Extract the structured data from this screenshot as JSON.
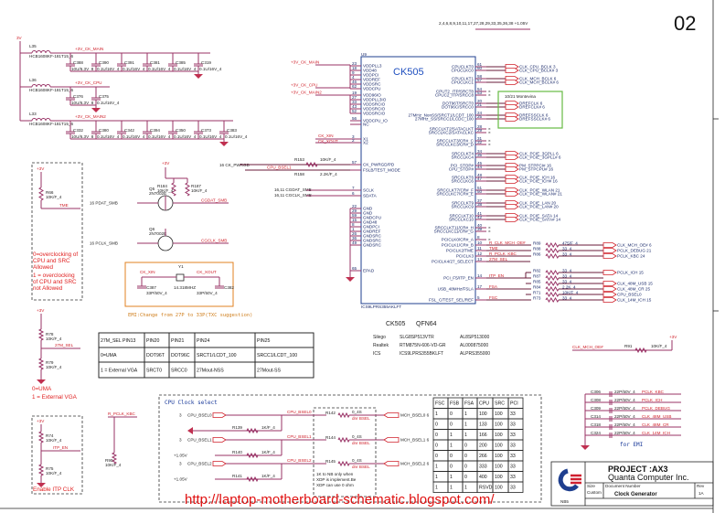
{
  "page_number": "02",
  "top_net_label": "2,4,6,8,9,10,11,17,27,28,29,33,35,36,38 +1.05V",
  "colors": {
    "wire": "#993366",
    "net_label": "#d0202a",
    "ic_outline": "#1f3f8f",
    "crystal_box": "#e08020",
    "montevina_box": "#66bb44"
  },
  "power": {
    "rail": "3V",
    "rows": [
      {
        "inductor": "L35",
        "part": "HCB1608KF-181T15_6",
        "net": "+3V_CK_MAIN",
        "caps": [
          [
            "C388",
            "10U/6.3V_8"
          ],
          [
            "C390",
            "0.1U/16V_4"
          ],
          [
            "C391",
            "0.1U/16V_4"
          ],
          [
            "C381",
            "0.1U/16V_4"
          ],
          [
            "C385",
            "0.1U/16V_4"
          ],
          [
            "C319",
            "0.1U/16V_4"
          ]
        ]
      },
      {
        "inductor": "L36",
        "part": "HCB1608KF-181T15_6",
        "net": "+3V_CK_CPU",
        "caps": [
          [
            "C376",
            "10U/6.3V_8"
          ],
          [
            "C375",
            "0.1U/16V_4"
          ]
        ]
      },
      {
        "inductor": "L33",
        "part": "HCB1608KF-181T15_6",
        "net": "+3V_CK_MAIN2",
        "caps": [
          [
            "C332",
            "10U/6.3V_8"
          ],
          [
            "C380",
            "0.1U/16V_4"
          ],
          [
            "C342",
            "0.1U/16V_4"
          ],
          [
            "C394",
            "0.1U/16V_4"
          ],
          [
            "C350",
            "0.1U/16V_4"
          ],
          [
            "C373",
            "0.1U/16V_4"
          ],
          [
            "C383",
            "0.1U/16V_4"
          ]
        ]
      }
    ]
  },
  "ic": {
    "ref": "U9",
    "name": "CK505",
    "part_label": "ICS9LPRS355AKLFT",
    "left_nets": [
      "+3V_CK_MAIN",
      "+3V_CK_CPU",
      "+3V_CK_MAIN2"
    ],
    "left_pins": [
      {
        "num": "23",
        "name": "VDDPLL3"
      },
      {
        "num": "18",
        "name": "VDD48"
      },
      {
        "num": "9",
        "name": "VDDPCI"
      },
      {
        "num": "4",
        "name": "VDDREF"
      },
      {
        "num": "46",
        "name": "VDDSRC"
      },
      {
        "num": "62",
        "name": "VDDCPU"
      },
      {
        "num": "19",
        "name": "VDD96IO"
      },
      {
        "num": "27",
        "name": "VDDPLL3IO"
      },
      {
        "num": "33",
        "name": "VDDSRCIO"
      },
      {
        "num": "43",
        "name": "VDDSRCIO"
      },
      {
        "num": "52",
        "name": "VDDSRCIO"
      },
      {
        "num": "56",
        "name": "VDDCPU_IO"
      },
      {
        "num": "",
        "name": "NC"
      },
      {
        "num": "3",
        "name": "X1"
      },
      {
        "num": "2",
        "name": "X2"
      },
      {
        "num": "7",
        "name": "SCLK"
      },
      {
        "num": "6",
        "name": "SDATA"
      },
      {
        "num": "22",
        "name": "GND"
      },
      {
        "num": "29",
        "name": "GND"
      },
      {
        "num": "59",
        "name": "GNDCPU"
      },
      {
        "num": "15",
        "name": "GND48"
      },
      {
        "num": "8",
        "name": "GNDPCI"
      },
      {
        "num": "1",
        "name": "GNDREF"
      },
      {
        "num": "26",
        "name": "GNDSRC"
      },
      {
        "num": "36",
        "name": "GNDSRC"
      },
      {
        "num": "49",
        "name": "GNDSRC"
      },
      {
        "num": "65",
        "name": "EPAD"
      }
    ],
    "mid_pins": [
      {
        "num": "57",
        "name": "CK_PWRGD/PD"
      },
      {
        "num": "",
        "name": "FSLB/TEST_MODE"
      }
    ],
    "right_pins": [
      {
        "num": "61",
        "name": "CPUCLKT0",
        "net": "CLK_CPU_BCLK 3"
      },
      {
        "num": "60",
        "name": "CPUCLKC0",
        "net": "CLK_CPU_BCLK# 3"
      },
      {
        "num": "58",
        "name": "CPUCLKT1",
        "net": "CLK_MCH_BCLK 6"
      },
      {
        "num": "57",
        "name": "CPUCLKC1",
        "net": "CLK_MCH_BCLK# 6"
      },
      {
        "num": "54",
        "name": "CPUT2_ITP/SRCT8",
        "net": ""
      },
      {
        "num": "53",
        "name": "CPUC2_ITP/SRCC8",
        "net": ""
      },
      {
        "num": "20",
        "name": "DOT96T/SRCT0",
        "net": "DREFCLK 6"
      },
      {
        "num": "21",
        "name": "DOT96C/SRCC0",
        "net": "DREFCLK# 6"
      },
      {
        "num": "24",
        "name": "27MHz_NonSS/SRCT1/LCDT_100",
        "net": "DREFSSCLK 6"
      },
      {
        "num": "25",
        "name": "27MHz_SS/SRCC1/LCDC_100",
        "net": "DREFSSCLK# 6"
      },
      {
        "num": "28",
        "name": "SRCCLKT2/SATACLKT",
        "net": ""
      },
      {
        "num": "29",
        "name": "SRCCLKC2/SATACLKC",
        "net": ""
      },
      {
        "num": "31",
        "name": "SRCCLKT3/CR#_C",
        "net": ""
      },
      {
        "num": "32",
        "name": "SRCCLKC3/CR#_D",
        "net": ""
      },
      {
        "num": "34",
        "name": "SRCCLKT4",
        "net": "CLK_PCIE_3GPLL 6"
      },
      {
        "num": "35",
        "name": "SRCCLKC4",
        "net": "CLK_PCIE_3GPLL# 6"
      },
      {
        "num": "45",
        "name": "PCI_STOP#",
        "net": "PM_STPPCI# 16"
      },
      {
        "num": "44",
        "name": "CPU_STOP#",
        "net": "PM_STPCPU# 16"
      },
      {
        "num": "48",
        "name": "SRCCLKT6",
        "net": "CLK_PCIE_ICH 16"
      },
      {
        "num": "47",
        "name": "SRCCLKC6",
        "net": "CLK_PCIE_ICH# 16"
      },
      {
        "num": "51",
        "name": "SRCCLKT7/CR#_F",
        "net": "CLK_PCIE_WLAN 21"
      },
      {
        "num": "50",
        "name": "SRCCLKC7/CR#_E",
        "net": "CLK_PCIE_WLAN# 21"
      },
      {
        "num": "37",
        "name": "SRCCLKT9",
        "net": "CLK_PCIE_LAN 20"
      },
      {
        "num": "38",
        "name": "SRCCLKC9",
        "net": "CLK_PCIE_LAN# 20"
      },
      {
        "num": "41",
        "name": "SRCCLKT10",
        "net": "CLK_PCIE_SATA 14"
      },
      {
        "num": "42",
        "name": "SRCCLKC10",
        "net": "CLK_PCIE_SATA# 14"
      },
      {
        "num": "40",
        "name": "SRCCLKT11/CR#_H",
        "net": ""
      },
      {
        "num": "39",
        "name": "SRCCLKC11/CR#_G",
        "net": ""
      },
      {
        "num": "8",
        "name": "PCICLK0/CR#_A",
        "net": ""
      },
      {
        "num": "10",
        "name": "PCICLK1/CR#_B",
        "net": "R_CLK_MCH_OE#"
      },
      {
        "num": "11",
        "name": "PCICLK2/TME",
        "net": "TME"
      },
      {
        "num": "12",
        "name": "PCICLK3",
        "net": "R_PCLK_KBC"
      },
      {
        "num": "13",
        "name": "PCICLK4/27_SELECT",
        "net": "27M_SEL"
      },
      {
        "num": "14",
        "name": "PCI_F5/ITP_EN",
        "net": "ITP_EN"
      },
      {
        "num": "17",
        "name": "USB_48MHz/FSLA",
        "net": "FSA"
      },
      {
        "num": "5",
        "name": "FSL_C/TEST_SEL/REF",
        "net": "FSC"
      }
    ],
    "pci_resistors": [
      {
        "ref": "R89",
        "val": "475/F_4",
        "out": "CLK_MCH_OE# 6"
      },
      {
        "ref": "R88",
        "val": "33_4",
        "out": "PCLK_DEBUG 21"
      },
      {
        "ref": "R86",
        "val": "33_4",
        "out": "PCLK_KBC 24"
      },
      {
        "ref": "R82",
        "val": "33_4",
        "out": "PCLK_ICH 15"
      },
      {
        "ref": "R87",
        "val": "33_4",
        "out": ""
      },
      {
        "ref": "R85",
        "val": "33_4",
        "out": "CLK_48M_USB 15"
      },
      {
        "ref": "R84",
        "val": "2.2K_4",
        "out": "CLK_48M_CR 25"
      },
      {
        "ref": "R71",
        "val": "10K/F_4",
        "out": "CPU_BSEL0"
      },
      {
        "ref": "R73",
        "val": "33_4",
        "out": "CLK_14M_ICH 15"
      }
    ]
  },
  "montevina": {
    "title": "10/21 Montevina"
  },
  "smbus": {
    "vcc": "+3V",
    "q_top": {
      "ref": "Q5",
      "part": "2N7002E"
    },
    "q_bot": {
      "ref": "Q6",
      "part": "2N7002E"
    },
    "r_top": [
      [
        "R184",
        "10K/F_4"
      ],
      [
        "R187",
        "10K/F_4"
      ]
    ],
    "in_data": "16 PDAT_SMB",
    "in_clk": "16 PCLK_SMB",
    "out_data": "CGDAT_SMB",
    "out_clk": "CGCLK_SMB",
    "ic_data": "16,11 CGDAT_SMB",
    "ic_clk": "16,11 CGCLK_SMB",
    "pwrgd_src": "16 CK_PWRGD",
    "bsel_net": "CPU_BSEL1",
    "r_pwrgd": [
      "R153",
      "10K/F_4"
    ],
    "r_bsel": [
      "R158",
      "2.2K/F_4"
    ],
    "xin": "CK_XIN",
    "xout": "CK_XOUT"
  },
  "crystal": {
    "ref": "Y1",
    "freq": "14.318MHZ",
    "xin": "CK_XIN",
    "xout": "CK_XOUT",
    "caps": [
      [
        "C387",
        "33P/50V_4"
      ],
      [
        "C382",
        "33P/50V_4"
      ]
    ],
    "note": "EMI:Change from 27P to 33P(TXC suggestion)"
  },
  "overclock_note": {
    "vcc": "+3V",
    "res": [
      "R66",
      "10K/F_4"
    ],
    "net": "TME",
    "lines": [
      "0=overclocking of CPU and SRC Allowed",
      "1 = overclocking of CPU and SRC not Allowed"
    ]
  },
  "sel_circuit": {
    "vcc": "+3V",
    "net": "27M_SEL",
    "res": [
      [
        "R78",
        "10K/F_4"
      ],
      [
        "R79",
        "10K/F_4"
      ]
    ],
    "lines": [
      "0=UMA",
      "1 = External VGA"
    ]
  },
  "itp_circuit": {
    "vcc": "+3V",
    "net": "ITP_EN",
    "res": [
      [
        "R74",
        "10K/F_4"
      ],
      [
        "R75",
        "10K/F_4"
      ]
    ],
    "label": "Enable ITP CLK",
    "kbc": "R_PCLK_KBC",
    "kbc_res": [
      "R90",
      "10K/F_4"
    ]
  },
  "mch_oe": {
    "net": "CLK_MCH_OE#",
    "ref": "R91",
    "val": "10K/F_4",
    "vcc": "+3V"
  },
  "sel_table": {
    "headers": [
      "27M_SEL PIN13",
      "PIN20",
      "PIN21",
      "PIN24",
      "PIN25"
    ],
    "rows": [
      [
        "0=UMA",
        "DOT96T",
        "DOT96C",
        "SRCT1/LCDT_100",
        "SRCC1/LCDT_100"
      ],
      [
        "1 = External VGA",
        "SRCT0",
        "SRCC0",
        "27Mout-NSS",
        "27Mout-SS"
      ]
    ]
  },
  "part_info": {
    "title": "CK505",
    "package": "QFN64",
    "rows": [
      [
        "Silego",
        "SLG8SP513VTR",
        "AL8SP513000"
      ],
      [
        "Realtek",
        "RTM875N-606-VD-GR",
        "AL000875000"
      ],
      [
        "ICS",
        "ICS9LPRS355BKLFT",
        "ALPRS355000"
      ]
    ]
  },
  "cpu_clock_select": {
    "title": "CPU Clock select",
    "rows": [
      {
        "src": "3",
        "in": "CPU_BSEL0",
        "net": "CPU_BSEL0",
        "r_series": "R142",
        "v_series": "0_4S",
        "note": "dnr BSEL",
        "out": "MCH_BSEL0 6",
        "r_pull": "R139",
        "v_pull": "1K/F_4"
      },
      {
        "src": "3",
        "in": "CPU_BSEL1",
        "net": "CPU_BSEL1",
        "r_series": "R144",
        "v_series": "0_4S",
        "note": "dnr BSEL",
        "out": "MCH_BSEL1 6",
        "r_pull": "R140",
        "v_pull": "1K/F_4"
      },
      {
        "src": "3",
        "in": "CPU_BSEL2",
        "net": "CPU_BSEL2",
        "r_series": "R145",
        "v_series": "0_4S",
        "note": "dnr BSEL",
        "out": "MCH_BSEL2 6",
        "r_pull": "R141",
        "v_pull": "1K/F_4"
      }
    ],
    "vcc": "+1.05V",
    "note_lines": [
      "1K to NB only when",
      "XDP is implement.Be",
      "XDP can use 0 ohm"
    ]
  },
  "fs_table": {
    "headers": [
      "FSC",
      "FSB",
      "FSA",
      "CPU",
      "SRC",
      "PCI"
    ],
    "rows": [
      [
        "1",
        "0",
        "1",
        "100",
        "100",
        "33"
      ],
      [
        "0",
        "0",
        "1",
        "133",
        "100",
        "33"
      ],
      [
        "0",
        "1",
        "1",
        "166",
        "100",
        "33"
      ],
      [
        "0",
        "1",
        "0",
        "200",
        "100",
        "33"
      ],
      [
        "0",
        "0",
        "0",
        "266",
        "100",
        "33"
      ],
      [
        "1",
        "0",
        "0",
        "333",
        "100",
        "33"
      ],
      [
        "1",
        "1",
        "0",
        "400",
        "100",
        "33"
      ],
      [
        "1",
        "1",
        "1",
        "RSVD",
        "100",
        "33"
      ]
    ]
  },
  "emi_caps": {
    "rows": [
      [
        "C306",
        "22P/50V_4",
        "PCLK_KBC"
      ],
      [
        "C308",
        "22P/50V_4",
        "PCLK_ICH"
      ],
      [
        "C309",
        "22P/50V_4",
        "PCLK_DEBUG"
      ],
      [
        "C314",
        "22P/50V_4",
        "CLK_48M_USB"
      ],
      [
        "C318",
        "22P/50V_4",
        "CLK_48M_CR"
      ],
      [
        "C324",
        "22P/50V_4",
        "CLK_14M_ICH"
      ]
    ],
    "label": "for EMI"
  },
  "title_block": {
    "logo_text": "NB5",
    "project": "PROJECT :AX3",
    "company": "Quanta Computer Inc.",
    "size_label": "Size",
    "size": "Custom",
    "doc_label": "Document Number",
    "doc": "Clock Generator",
    "rev_label": "Rev",
    "rev": "1A"
  },
  "watermark": "http://laptop-motherboard-schematic.blogspot.com/"
}
